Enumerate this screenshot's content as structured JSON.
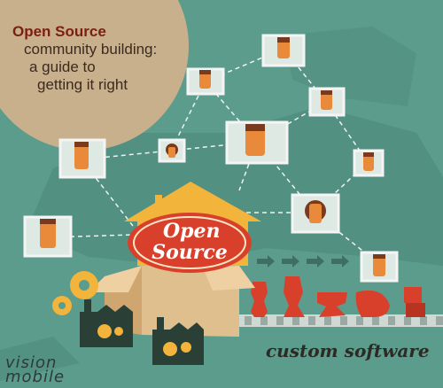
{
  "title": {
    "bold": "Open Source",
    "line1": "community building:",
    "line2": "a guide to",
    "line3": "getting it right"
  },
  "house_sign": {
    "line1": "Open",
    "line2": "Source"
  },
  "caption": "custom software",
  "brand": {
    "line1": "vision",
    "line2": "mobile"
  },
  "colors": {
    "background": "#5b9c8c",
    "title_circle": "#c9b08c",
    "house": "#f2b43a",
    "sign": "#d9402c",
    "product": "#d9402c",
    "gear": "#f2b43a",
    "box": "#d8b787"
  },
  "icons": [
    "person-monitor",
    "gear",
    "factory",
    "arrow",
    "vase",
    "cube"
  ]
}
